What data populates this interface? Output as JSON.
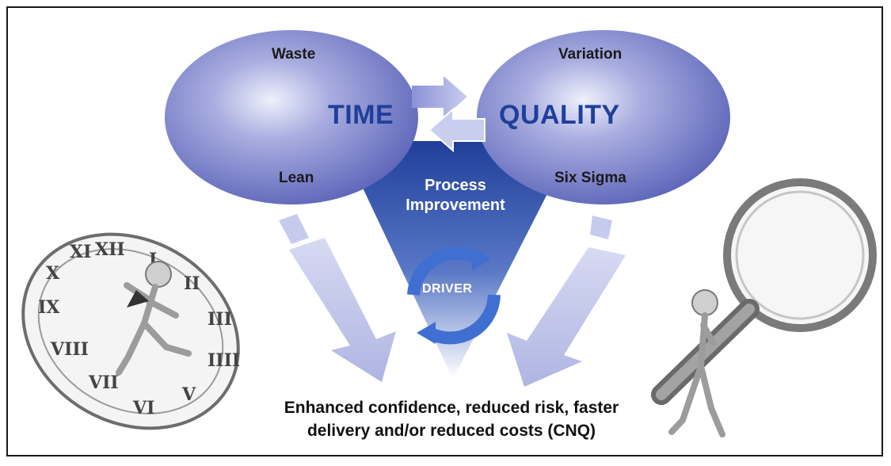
{
  "left_circle": {
    "top_label": "Waste",
    "center_label": "TIME",
    "bottom_label": "Lean"
  },
  "right_circle": {
    "top_label": "Variation",
    "center_label": "QUALITY",
    "bottom_label": "Six Sigma"
  },
  "center": {
    "title_line1": "Process",
    "title_line2": "Improvement",
    "driver_label": "DRIVER"
  },
  "outcome": {
    "line1": "Enhanced confidence, reduced risk, faster",
    "line2": "delivery and/or reduced costs (CNQ)"
  },
  "colors": {
    "ellipse_fill": "#7e86cf",
    "triangle_fill": "#2c4fa6",
    "arrow_fill": "#c4c9ec",
    "center_text": "#1f3f9a",
    "driver_arrows": "#3f6fd1"
  },
  "illustrations": {
    "left": "stick-figure-running-on-clock",
    "right": "stick-figure-with-magnifying-glass"
  }
}
